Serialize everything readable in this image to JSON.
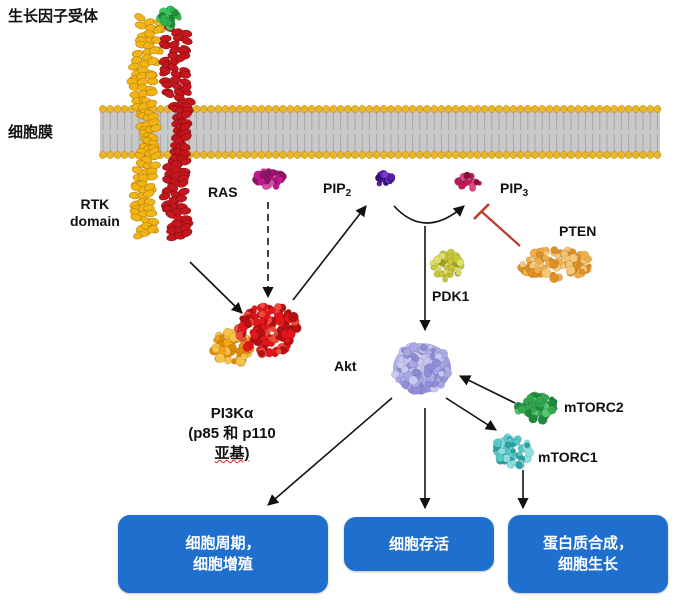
{
  "labels": {
    "growth_factor_receptor": "生长因子受体",
    "cell_membrane": "细胞膜",
    "rtk_domain_line1": "RTK",
    "rtk_domain_line2": "domain",
    "ras": "RAS",
    "pip2_main": "PIP",
    "pip2_sub": "2",
    "pip3_main": "PIP",
    "pip3_sub": "3",
    "pten": "PTEN",
    "pdk1": "PDK1",
    "akt": "Akt",
    "mtorc2": "mTORC2",
    "mtorc1": "mTORC1",
    "pi3k_line1": "PI3Kα",
    "pi3k_line2": "(p85 和 p110",
    "pi3k_line3": "亚基)"
  },
  "outcomes": [
    {
      "line1": "细胞周期，",
      "line2": "细胞增殖"
    },
    {
      "line1": "细胞存活",
      "line2": ""
    },
    {
      "line1": "蛋白质合成，",
      "line2": "细胞生长"
    }
  ],
  "colors": {
    "membrane_head": "#e8b52a",
    "membrane_tail": "#bfbfbf",
    "rtk_yellow": "#f0b416",
    "rtk_red": "#c4161c",
    "growth_factor": "#2bb24c",
    "ras": "#c2188b",
    "pip2": "#5a1ba8",
    "pip3": "#c2185b",
    "pten": "#f2ae4a",
    "pdk1": "#c8c83a",
    "pi3k_red": "#e3171b",
    "pi3k_orange": "#f3a21b",
    "akt": "#a9a8e6",
    "mtorc2": "#2fa84f",
    "mtorc1": "#56c8c8",
    "inhibit": "#c0392b",
    "box": "#1f6fcf"
  }
}
